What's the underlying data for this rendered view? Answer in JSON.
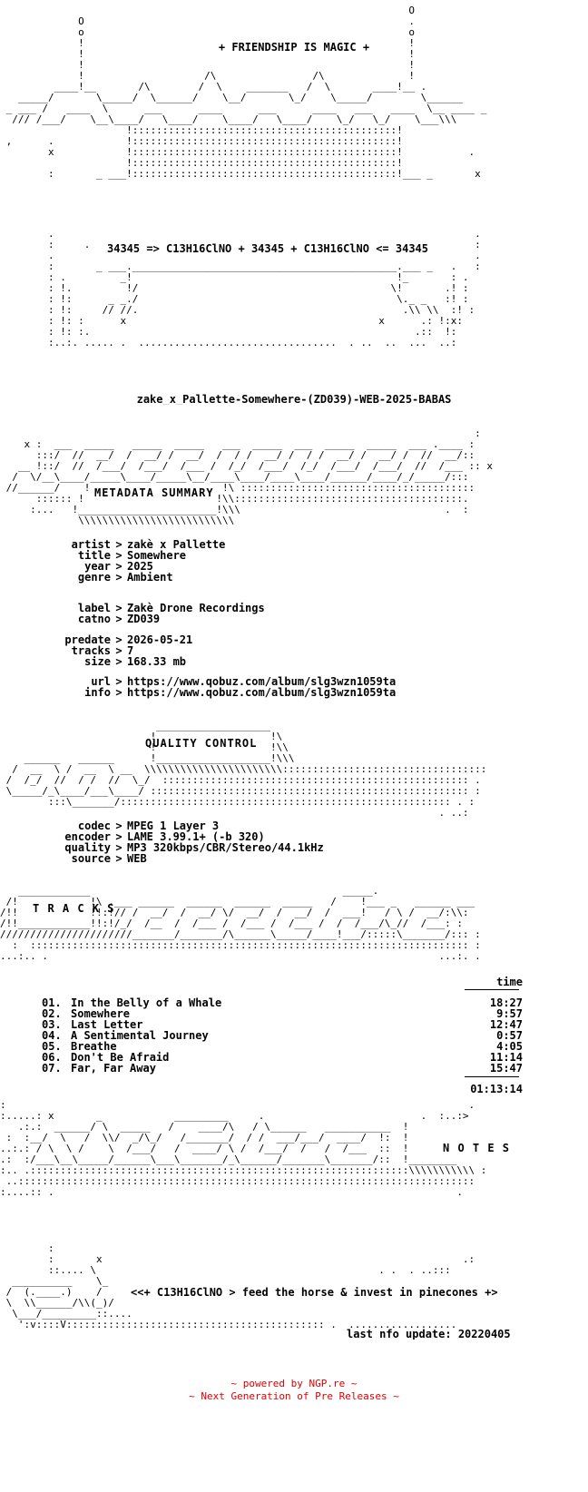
{
  "header": {
    "title": "+ FRIENDSHIP IS MAGIC +",
    "equation": "34345 => C13H16ClNO + 34345 + C13H16ClNO <= 34345"
  },
  "release": {
    "name": "zake_x_Pallette-Somewhere-(ZD039)-WEB-2025-BABAS"
  },
  "sections": {
    "metadata": "METADATA SUMMARY",
    "quality": "QUALITY CONTROL",
    "tracks": "T R A C K S",
    "notes": "N O T E S"
  },
  "metadata": [
    {
      "key": "artist",
      "value": "zakè x Pallette"
    },
    {
      "key": "title",
      "value": "Somewhere"
    },
    {
      "key": "year",
      "value": "2025"
    },
    {
      "key": "genre",
      "value": "Ambient"
    },
    {
      "key": "label",
      "value": "Zakè Drone Recordings"
    },
    {
      "key": "catno",
      "value": "ZD039"
    },
    {
      "key": "predate",
      "value": "2026-05-21"
    },
    {
      "key": "tracks",
      "value": "7"
    },
    {
      "key": "size",
      "value": "168.33 mb"
    },
    {
      "key": "url",
      "value": "https://www.qobuz.com/album/slg3wzn1059ta"
    },
    {
      "key": "info",
      "value": "https://www.qobuz.com/album/slg3wzn1059ta"
    }
  ],
  "quality": [
    {
      "key": "codec",
      "value": "MPEG 1 Layer 3"
    },
    {
      "key": "encoder",
      "value": "LAME 3.99.1+ (-b 320)"
    },
    {
      "key": "quality",
      "value": "MP3 320kbps/CBR/Stereo/44.1kHz"
    },
    {
      "key": "source",
      "value": "WEB"
    }
  ],
  "tracklist": {
    "time_header": "time",
    "items": [
      {
        "num": "01.",
        "title": "In the Belly of a Whale",
        "time": "18:27"
      },
      {
        "num": "02.",
        "title": "Somewhere",
        "time": "9:57"
      },
      {
        "num": "03.",
        "title": "Last Letter",
        "time": "12:47"
      },
      {
        "num": "04.",
        "title": "A Sentimental Journey",
        "time": "0:57"
      },
      {
        "num": "05.",
        "title": "Breathe",
        "time": "4:05"
      },
      {
        "num": "06.",
        "title": "Don't Be Afraid",
        "time": "11:14"
      },
      {
        "num": "07.",
        "title": "Far, Far Away",
        "time": "15:47"
      }
    ],
    "total": "01:13:14"
  },
  "notes": {
    "slogan": "<<+ C13H16ClNO > feed the horse & invest in pinecones +>",
    "last_update": "last nfo update: 20220405"
  },
  "footer": {
    "line1": "~ powered by NGP.re ~",
    "line2": "~ Next Generation of Pre Releases ~"
  }
}
